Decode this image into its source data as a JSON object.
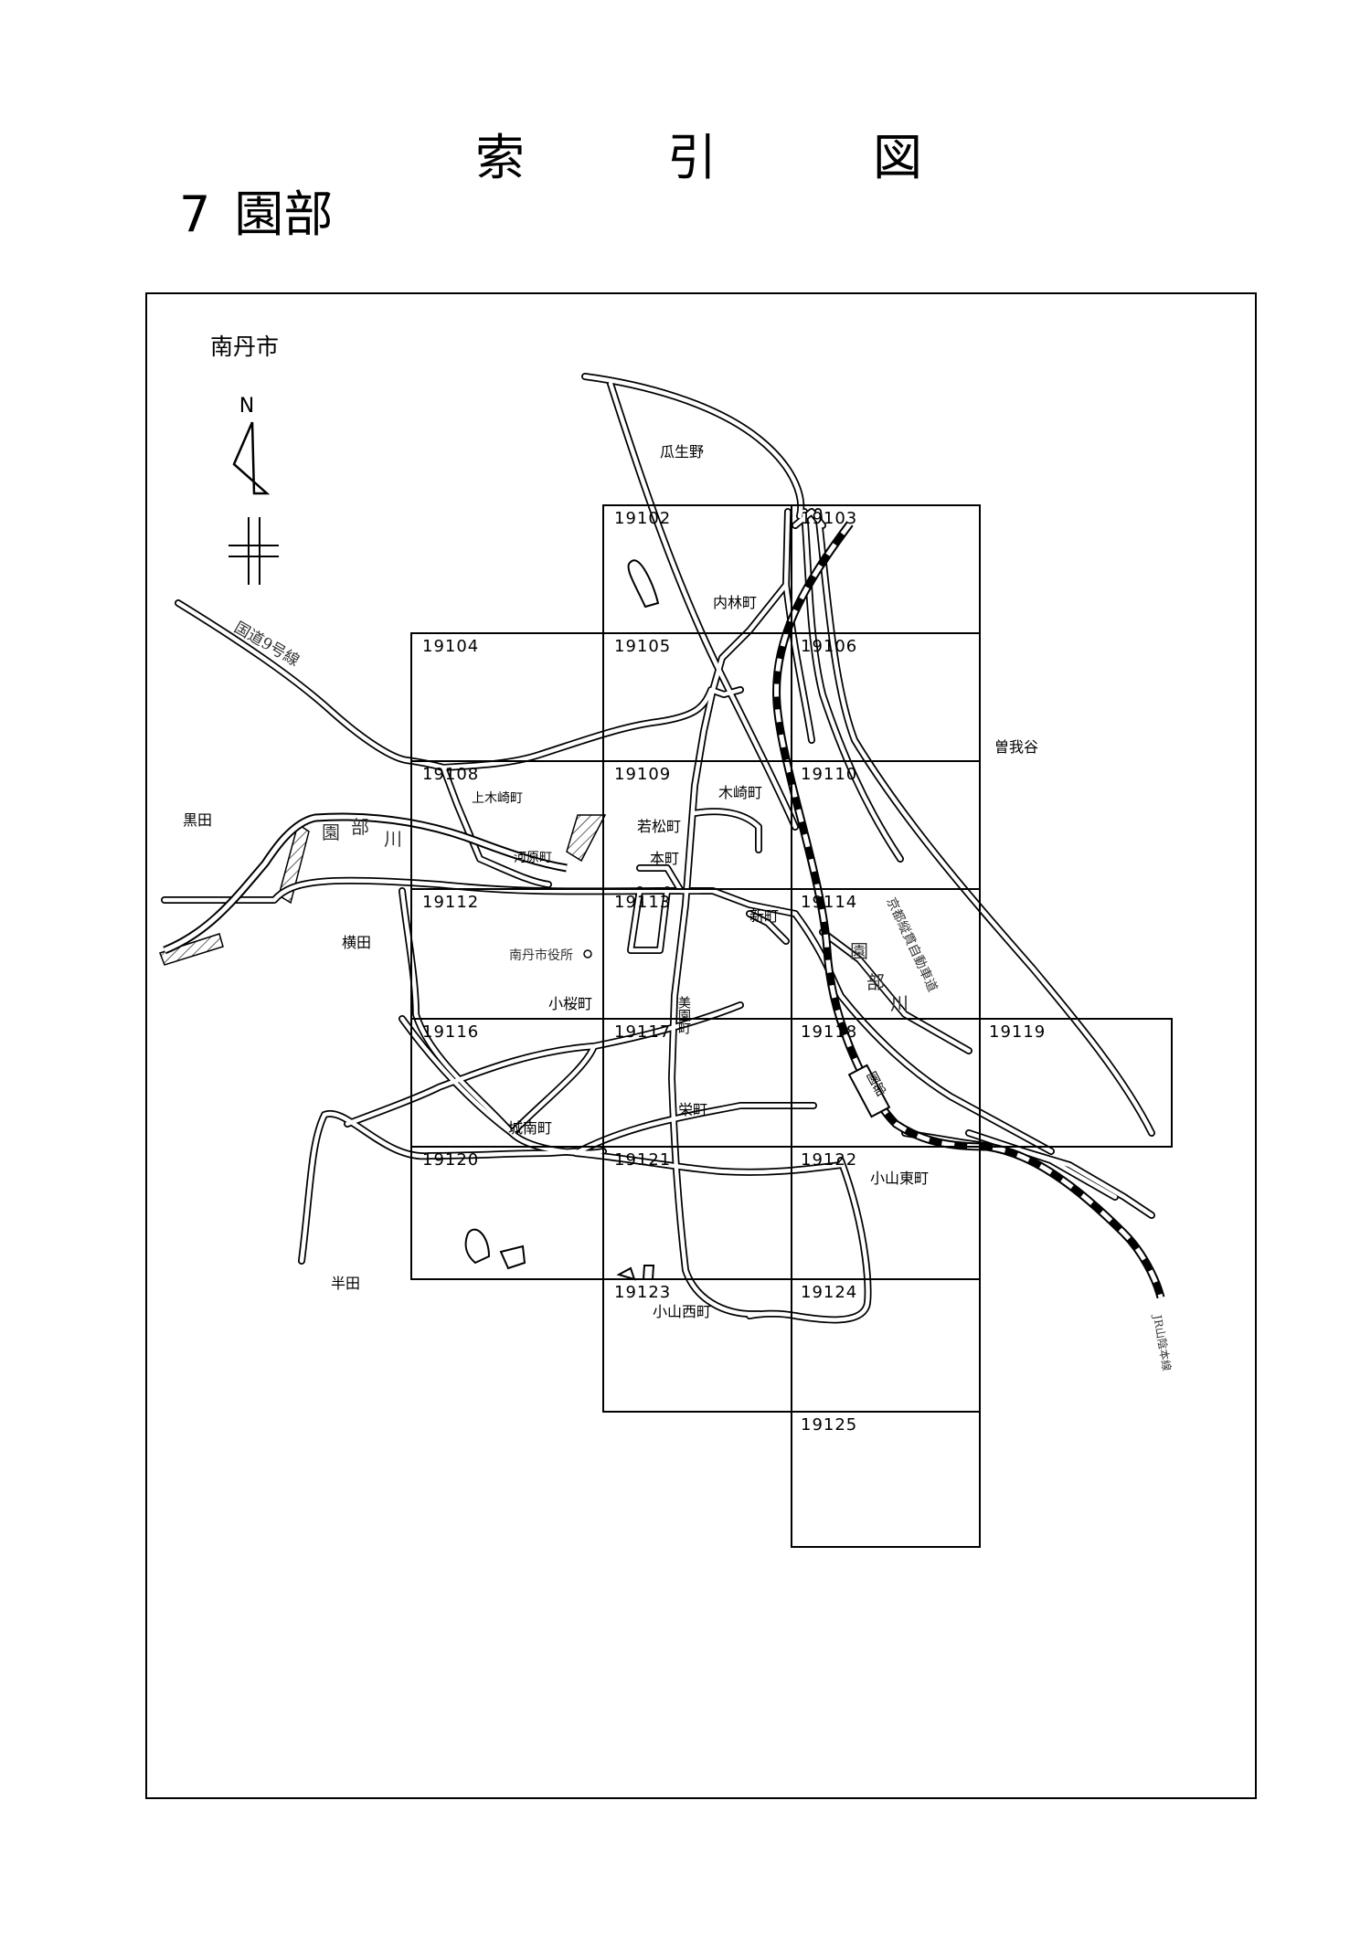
{
  "title": [
    "索",
    "引",
    "図"
  ],
  "subtitle": {
    "number": "7",
    "name": "園部"
  },
  "city_label": "南丹市",
  "north_label": "N",
  "sheets": [
    {
      "id": "19102",
      "row": 0,
      "col": 1
    },
    {
      "id": "19103",
      "row": 0,
      "col": 2
    },
    {
      "id": "19104",
      "row": 1,
      "col": 0
    },
    {
      "id": "19105",
      "row": 1,
      "col": 1
    },
    {
      "id": "19106",
      "row": 1,
      "col": 2
    },
    {
      "id": "19108",
      "row": 2,
      "col": 0
    },
    {
      "id": "19109",
      "row": 2,
      "col": 1
    },
    {
      "id": "19110",
      "row": 2,
      "col": 2
    },
    {
      "id": "19112",
      "row": 3,
      "col": 0
    },
    {
      "id": "19113",
      "row": 3,
      "col": 1
    },
    {
      "id": "19114",
      "row": 3,
      "col": 2
    },
    {
      "id": "19116",
      "row": 4,
      "col": 0
    },
    {
      "id": "19117",
      "row": 4,
      "col": 1
    },
    {
      "id": "19118",
      "row": 4,
      "col": 2
    },
    {
      "id": "19119",
      "row": 4,
      "col": 3
    },
    {
      "id": "19120",
      "row": 5,
      "col": 0
    },
    {
      "id": "19121",
      "row": 5,
      "col": 1
    },
    {
      "id": "19122",
      "row": 5,
      "col": 2
    },
    {
      "id": "19123",
      "row": 6,
      "col": 1
    },
    {
      "id": "19124",
      "row": 6,
      "col": 2
    },
    {
      "id": "19125",
      "row": 7,
      "col": 2
    }
  ],
  "place_labels": [
    {
      "id": "uryuno",
      "text": "瓜生野"
    },
    {
      "id": "uchibayashi",
      "text": "内林町"
    },
    {
      "id": "sogadani",
      "text": "曽我谷"
    },
    {
      "id": "kuroda",
      "text": "黒田"
    },
    {
      "id": "kamikizaki",
      "text": "上木崎町"
    },
    {
      "id": "kizaki",
      "text": "木崎町"
    },
    {
      "id": "wakamatsu",
      "text": "若松町"
    },
    {
      "id": "kawara",
      "text": "河原町"
    },
    {
      "id": "honmachi",
      "text": "本町"
    },
    {
      "id": "shinmachi",
      "text": "新町"
    },
    {
      "id": "yokota",
      "text": "横田"
    },
    {
      "id": "cityhall",
      "text": "南丹市役所"
    },
    {
      "id": "kozakura",
      "text": "小桜町"
    },
    {
      "id": "misono",
      "text": "美園町"
    },
    {
      "id": "sakae",
      "text": "栄町"
    },
    {
      "id": "jonan",
      "text": "城南町"
    },
    {
      "id": "koyamahigashi",
      "text": "小山東町"
    },
    {
      "id": "handa",
      "text": "半田"
    },
    {
      "id": "koyamanishi",
      "text": "小山西町"
    }
  ],
  "route_labels": {
    "national_route": "国道9号線",
    "expressway": "京都縦貫自動車道",
    "rail": "JR山陰本線",
    "station": "園部",
    "river": [
      "園",
      "部",
      "川"
    ]
  }
}
